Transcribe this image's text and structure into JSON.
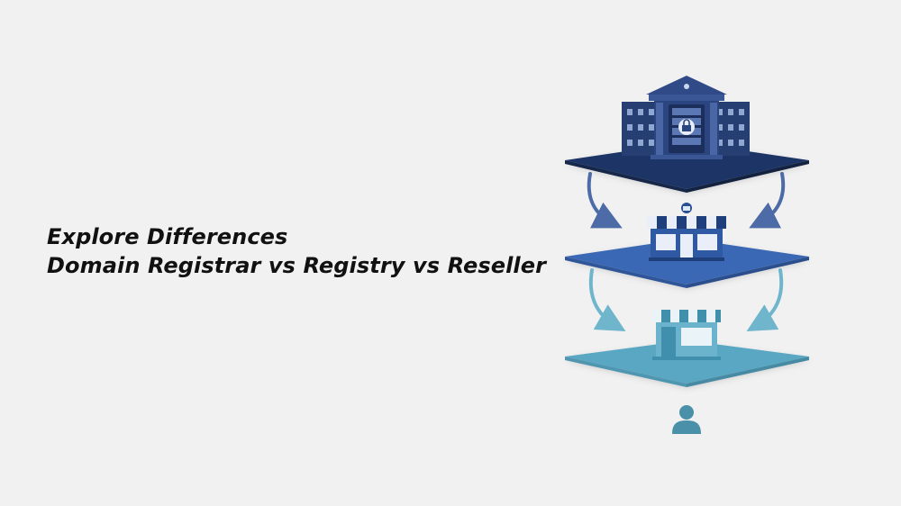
{
  "headline": {
    "line1": "Explore Differences",
    "line2": "Domain Registrar vs Registry vs Reseller"
  },
  "diagram": {
    "tiers": [
      {
        "role": "registry",
        "icon": "registry-building-icon",
        "color": "#1f3566"
      },
      {
        "role": "registrar",
        "icon": "registrar-store-icon",
        "color": "#3b67b4"
      },
      {
        "role": "reseller",
        "icon": "reseller-store-icon",
        "color": "#5aa7c3"
      }
    ],
    "end_user_icon": "user-icon",
    "colors": {
      "background": "#f1f1f1",
      "registry": "#1f3566",
      "registrar": "#3b67b4",
      "reseller": "#5aa7c3",
      "arrow_top": "#4c6ba7",
      "arrow_bottom": "#6fb5cc",
      "user": "#4a90a8"
    }
  }
}
